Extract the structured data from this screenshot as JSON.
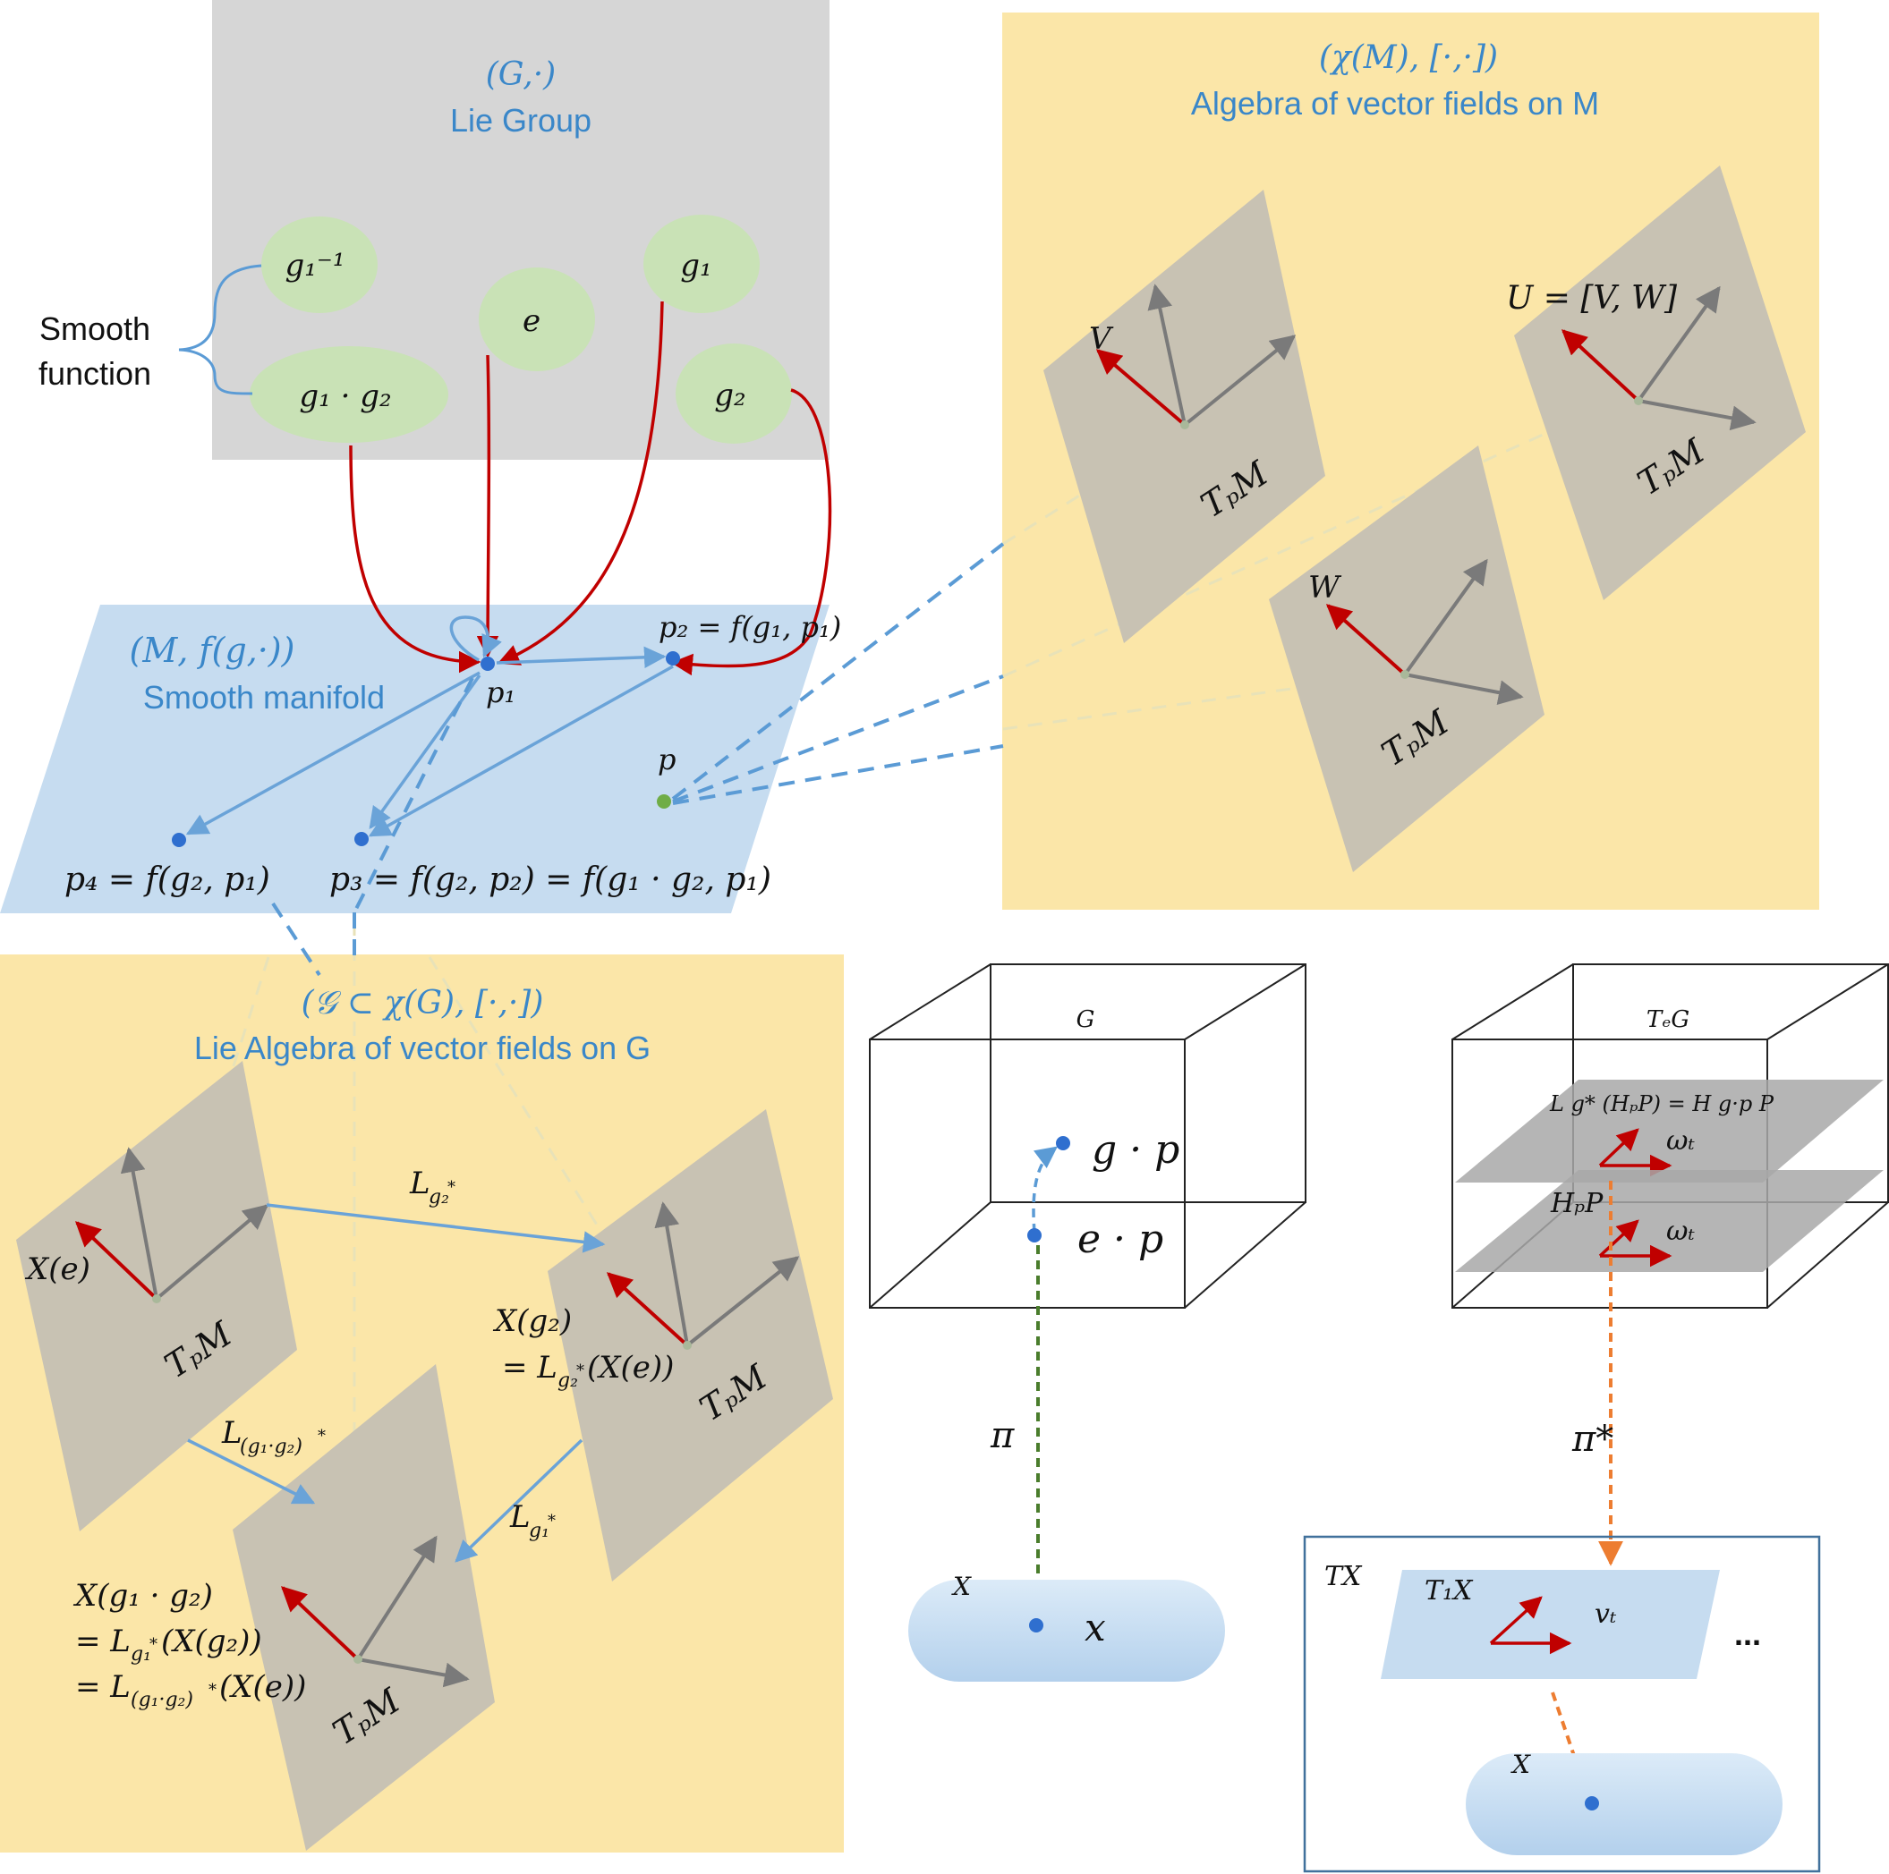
{
  "colors": {
    "gray_panel": "#d6d6d6",
    "yellow_panel": "#fbe6a8",
    "blue_panel": "#c6dcf0",
    "green_ellipse": "#c9e2b6",
    "plane": "#c8c2b3",
    "red_arrow": "#c00000",
    "gray_arrow": "#7a7a7a",
    "blue_arrow": "#6aa3d8",
    "blue_dashed": "#5b9bd5",
    "green_dashed": "#4a7d2c",
    "orange_dashed": "#ed7d31",
    "label_blue": "#3a87c9",
    "point_blue": "#2f6fcf",
    "point_green": "#70ad47"
  },
  "lie_group": {
    "title_math": "(G,·)",
    "title": "Lie Group",
    "elements": [
      "g₁⁻¹",
      "e",
      "g₁",
      "g₁ · g₂",
      "g₂"
    ],
    "smooth_function": [
      "Smooth",
      "function"
    ]
  },
  "vector_fields_M": {
    "title_math": "(χ(M), [·,·])",
    "title": "Algebra of vector fields on M",
    "planes": [
      {
        "vector_label": "V",
        "plane_label": "TₚM"
      },
      {
        "vector_label": "U = [V, W]",
        "plane_label": "TₚM"
      },
      {
        "vector_label": "W",
        "plane_label": "TₚM"
      }
    ]
  },
  "manifold": {
    "title_math": "(M, f(g,·))",
    "title": "Smooth manifold",
    "points": {
      "p1": "p₁",
      "p2": "p₂ = f(g₁, p₁)",
      "p": "p",
      "p4": "p₄ = f(g₂, p₁)",
      "p3": "p₃ = f(g₂, p₂) = f(g₁ · g₂, p₁)"
    }
  },
  "lie_algebra": {
    "title_math": "(𝒢 ⊂ χ(G), [·,·])",
    "title": "Lie Algebra of vector fields on G",
    "plane_labels": [
      "TₚM",
      "TₚM",
      "TₚM"
    ],
    "vector_labels": {
      "xe": "X(e)",
      "xg2": [
        "X(g₂)",
        "= L g₂* (X(e))"
      ],
      "xg1g2": [
        "X(g₁ · g₂)",
        "= L g₁* (X(g₂))",
        "= L (g₁·g₂)* (X(e))"
      ]
    },
    "maps": {
      "lg2": "L g₂*",
      "lg1g2": "L (g₁·g₂)*",
      "lg1": "L g₁*"
    }
  },
  "bundle": {
    "box_label": "G",
    "gp": "g · p",
    "ep": "e · p",
    "pi": "π",
    "base_label": "X",
    "base_point": "x"
  },
  "tangent_bundle": {
    "box_label": "TₑG",
    "upper_plane": "L g* (HₚP) = H g·p P",
    "lower_plane": "HₚP",
    "omega": "ωₜ",
    "pi_star": "π*",
    "tx_box": "TX",
    "t1x": "T₁X",
    "vt": "vₜ",
    "ellipsis": "...",
    "base_label": "X"
  }
}
